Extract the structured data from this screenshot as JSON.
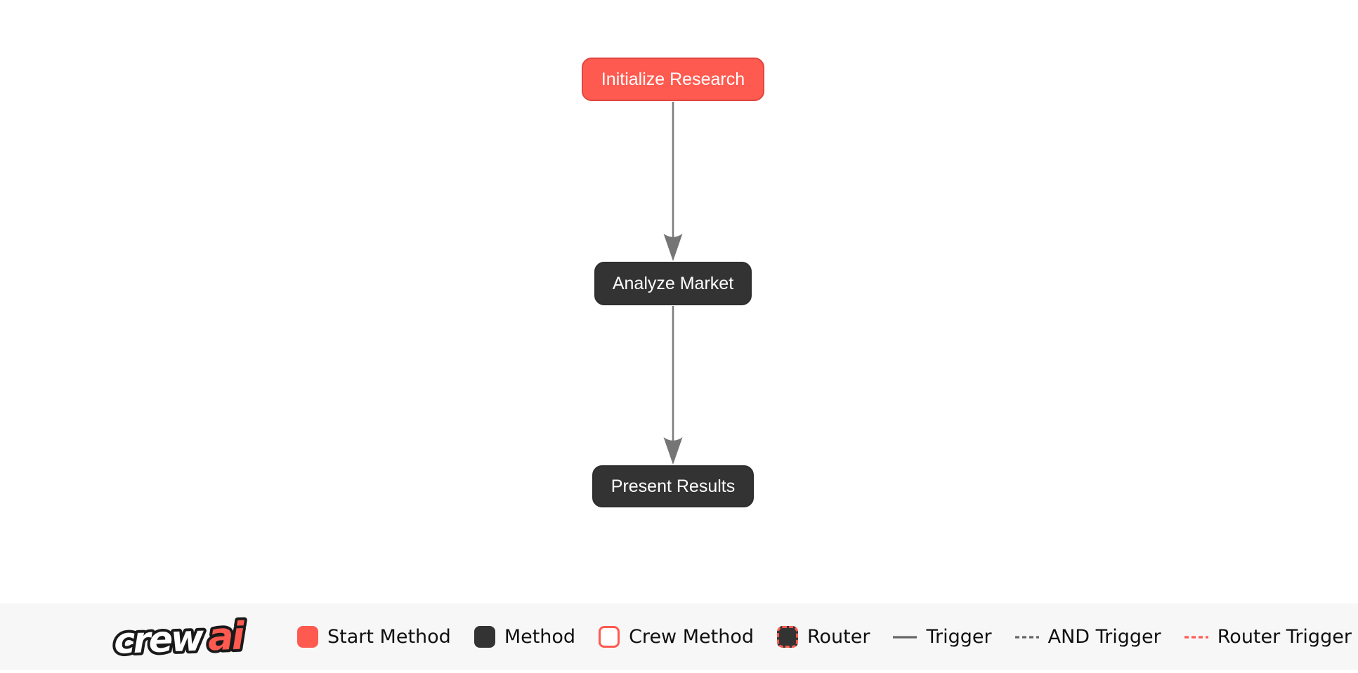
{
  "flow": {
    "nodes": [
      {
        "id": "initialize-research",
        "label": "Initialize Research",
        "type": "start-method",
        "fill": "#FF5A50",
        "border": "#E04640",
        "text_color": "#FFFFFF"
      },
      {
        "id": "analyze-market",
        "label": "Analyze Market",
        "type": "method",
        "fill": "#333333",
        "border": "#2E2E2E",
        "text_color": "#FFFFFF"
      },
      {
        "id": "present-results",
        "label": "Present Results",
        "type": "method",
        "fill": "#333333",
        "border": "#2E2E2E",
        "text_color": "#FFFFFF"
      }
    ],
    "edges": [
      {
        "from": "initialize-research",
        "to": "analyze-market",
        "type": "trigger",
        "style": "solid",
        "color": "#7D7D7D"
      },
      {
        "from": "analyze-market",
        "to": "present-results",
        "type": "trigger",
        "style": "solid",
        "color": "#7D7D7D"
      }
    ]
  },
  "legend": {
    "logo": {
      "word_primary": "crew",
      "word_accent": "ai",
      "primary_color": "#FFFFFF",
      "accent_color": "#FF5A50",
      "outline_color": "#1A1A1A"
    },
    "items": [
      {
        "label": "Start Method",
        "swatch": "start-method-swatch",
        "color": "#FF5A50"
      },
      {
        "label": "Method",
        "swatch": "method-swatch",
        "color": "#333333"
      },
      {
        "label": "Crew Method",
        "swatch": "crew-method-swatch",
        "color": "#FFFFFF",
        "border_color": "#FF5A50"
      },
      {
        "label": "Router",
        "swatch": "router-swatch",
        "color": "#333333",
        "border_color": "#FF5A50"
      },
      {
        "label": "Trigger",
        "swatch": "trigger-line",
        "color": "#666666",
        "line_style": "solid"
      },
      {
        "label": "AND Trigger",
        "swatch": "and-trigger-line",
        "color": "#666666",
        "line_style": "dashed"
      },
      {
        "label": "Router Trigger",
        "swatch": "router-trigger-line",
        "color": "#FF5A50",
        "line_style": "dashed"
      }
    ]
  }
}
